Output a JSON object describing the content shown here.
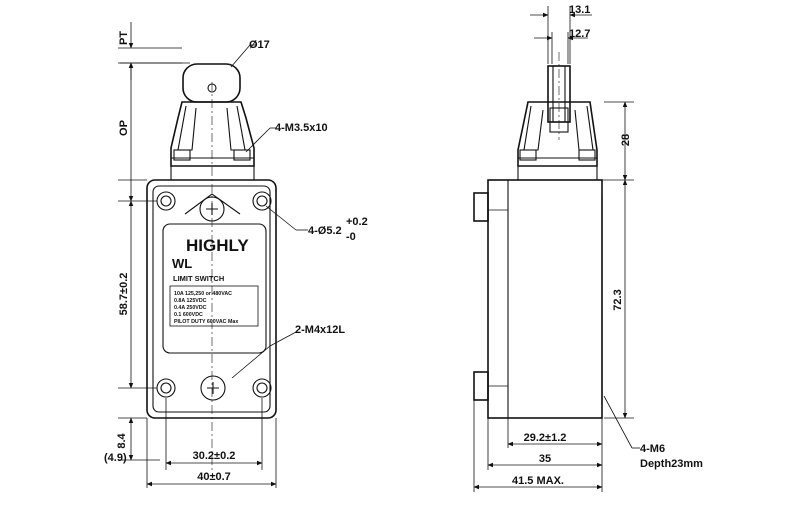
{
  "front_view": {
    "dimensions": {
      "pt": "PT",
      "op": "OP",
      "roller_dia": "Ø17",
      "top_screws": "4-M3.5x10",
      "mount_holes": "4-Ø5.2",
      "tol_plus": "+0.2",
      "tol_minus": "-0",
      "bottom_screws": "2-M4x12L",
      "height": "58.7±0.2",
      "base_offset": "8.4",
      "base_offset_alt": "(4.9)",
      "hole_spacing": "30.2±0.2",
      "width": "40±0.7"
    },
    "label": {
      "brand": "HIGHLY",
      "model": "WL",
      "type": "LIMIT SWITCH",
      "ratings": [
        "10A 125,250 or 480VAC",
        "0.8A 125VDC",
        "0.4A 250VDC",
        "0.1 600VDC",
        "PILOT DUTY 600VAC Max"
      ]
    }
  },
  "side_view": {
    "dimensions": {
      "top_width_outer": "13.1",
      "top_width_inner": "12.7",
      "head_height": "28",
      "body_height": "72.3",
      "mount_spacing": "29.2±1.2",
      "body_depth": "35",
      "max_depth": "41.5 MAX.",
      "thread": "4-M6",
      "thread_depth": "Depth23mm"
    }
  }
}
